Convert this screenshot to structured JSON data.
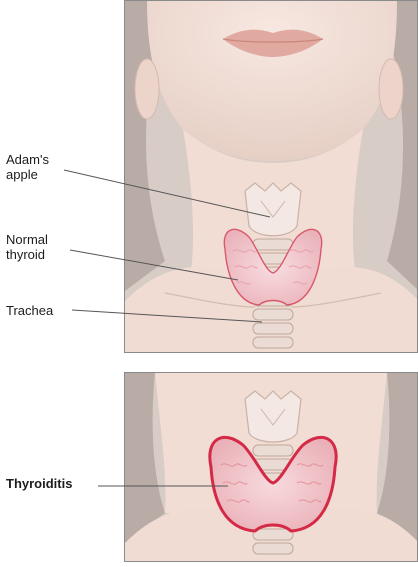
{
  "labels": {
    "adams_apple": [
      "Adam's",
      "apple"
    ],
    "normal_thyroid": [
      "Normal",
      "thyroid"
    ],
    "trachea": "Trachea",
    "thyroiditis": "Thyroiditis"
  },
  "colors": {
    "skin": "#f3e2da",
    "skin_shadow": "#d9bfb3",
    "hair": "#b8aaa3",
    "thyroid_fill": "#f2c7cc",
    "thyroid_outline": "#d9586a",
    "inflamed_outline": "#d42a45",
    "cartilage": "#efe4de",
    "leader_line": "#555555"
  }
}
